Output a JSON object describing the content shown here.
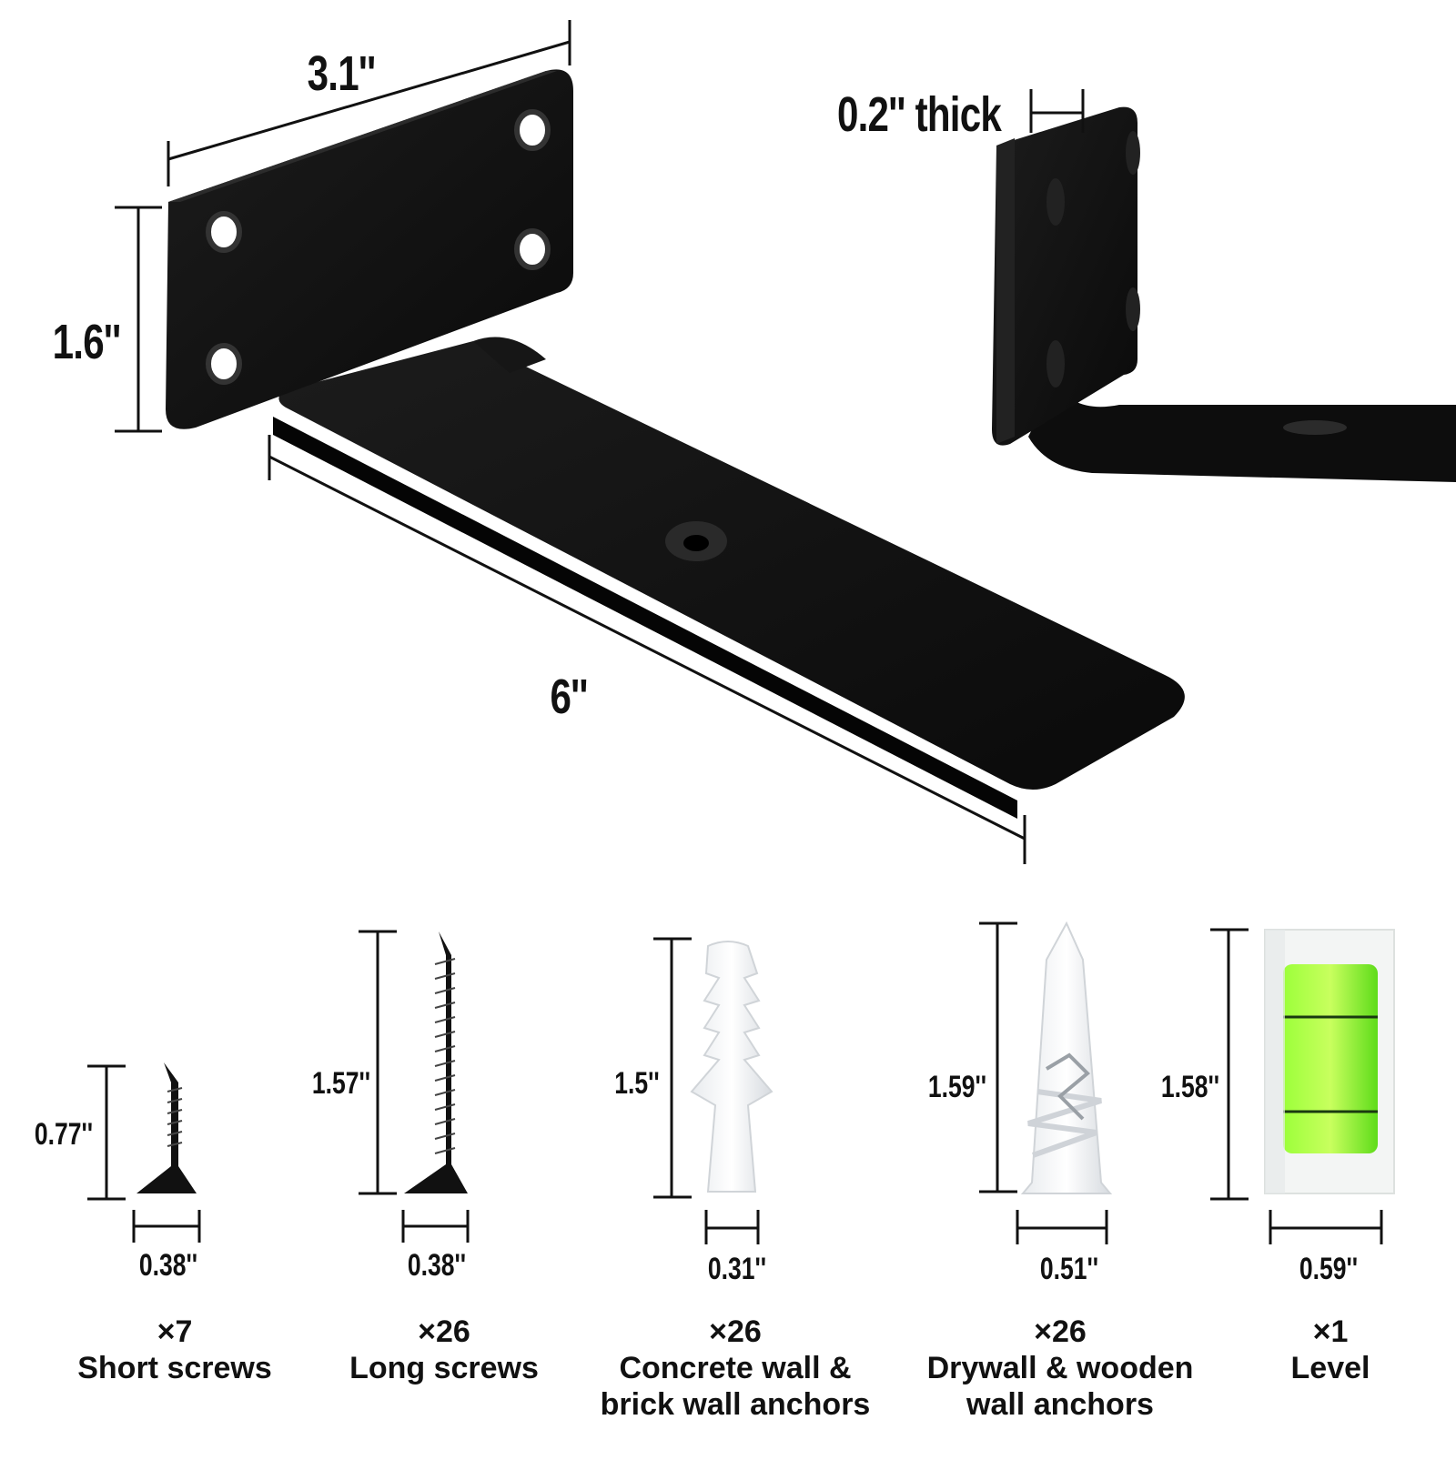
{
  "bracket": {
    "width_label": "3.1''",
    "height_label": "1.6''",
    "length_label": "6''",
    "thickness_label": "0.2'' thick"
  },
  "hardware": [
    {
      "height": "0.77''",
      "width": "0.38''",
      "qty": "×7",
      "name_line1": "Short screws",
      "name_line2": ""
    },
    {
      "height": "1.57''",
      "width": "0.38''",
      "qty": "×26",
      "name_line1": "Long screws",
      "name_line2": ""
    },
    {
      "height": "1.5''",
      "width": "0.31''",
      "qty": "×26",
      "name_line1": "Concrete wall &",
      "name_line2": "brick wall anchors"
    },
    {
      "height": "1.59''",
      "width": "0.51''",
      "qty": "×26",
      "name_line1": "Drywall & wooden",
      "name_line2": "wall anchors"
    },
    {
      "height": "1.58''",
      "width": "0.59''",
      "qty": "×1",
      "name_line1": "Level",
      "name_line2": ""
    }
  ]
}
